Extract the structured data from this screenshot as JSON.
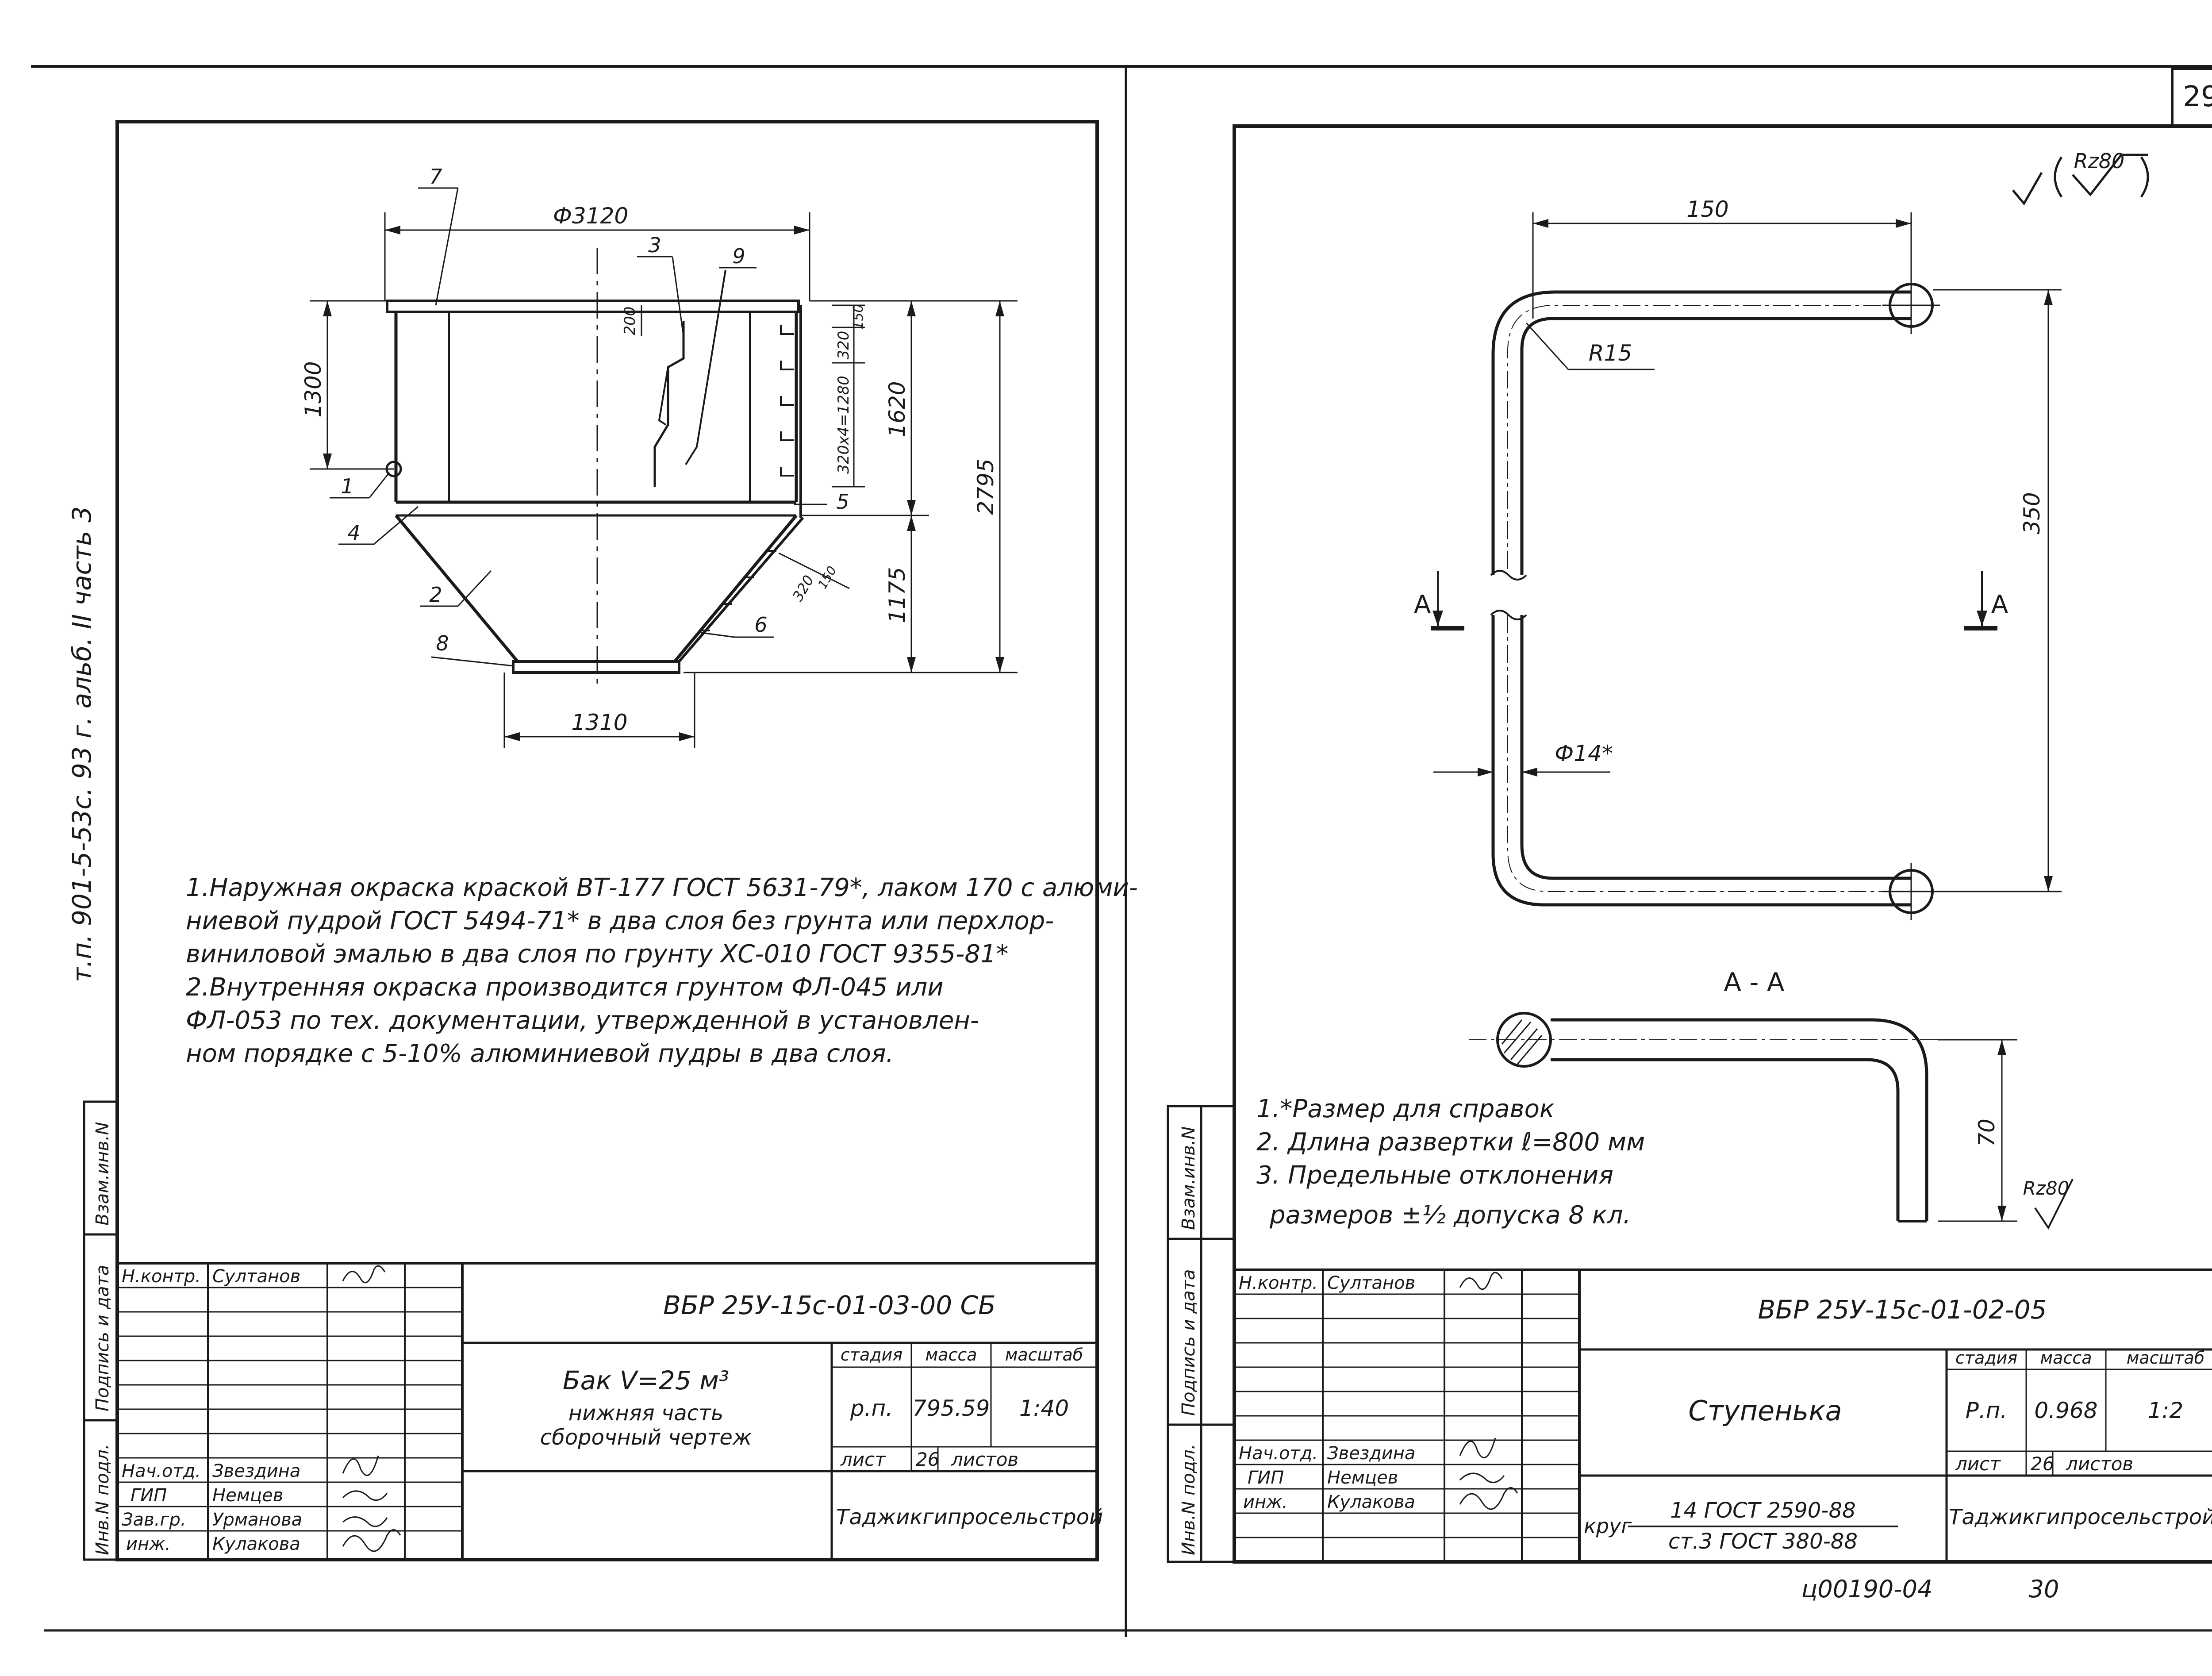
{
  "page_number": "29",
  "bottom_code": "ц00190-04",
  "bottom_page": "30",
  "left_sheet": {
    "side_note": "т.п. 901-5-53с. 93 г.  альб. II часть 3",
    "dims": {
      "d_top": "Ф3120",
      "d_bottom": "1310",
      "h_1300": "1300",
      "h_2795": "2795",
      "h_1620": "1620",
      "h_1175": "1175",
      "d_200": "200",
      "d_320_150": "320",
      "d_150": "150",
      "d_320x4": "320x4=1280",
      "d_320_slope": "320",
      "d_150_slope": "150"
    },
    "callouts": [
      "1",
      "2",
      "3",
      "4",
      "5",
      "6",
      "7",
      "8",
      "9"
    ],
    "notes": [
      "1.Наружная окраска краской ВТ-177 ГОСТ 5631-79*, лаком 170 с алюми-",
      "ниевой пудрой ГОСТ 5494-71* в два слоя без грунта или перхлор-",
      "виниловой эмалью в два слоя по грунту ХС-010 ГОСТ 9355-81*",
      "2.Внутренняя окраска производится грунтом ФЛ-045 или",
      "ФЛ-053 по тех. документации, утвержденной в установлен-",
      "ном порядке с 5-10% алюминиевой пудры в два слоя."
    ],
    "title_block": {
      "code": "ВБР 25У-15с-01-03-00 СБ",
      "title_line1": "Бак V=25 м³",
      "title_line2": "нижняя часть",
      "title_line3": "сборочный чертеж",
      "head_stage": "стадия",
      "head_mass": "масса",
      "head_scale": "масштаб",
      "stage": "р.п.",
      "mass": "795.59",
      "scale": "1:40",
      "sheet_label": "лист",
      "sheet_no": "26",
      "sheets_label": "листов",
      "org": "Таджикгипросельстрой",
      "roles": [
        "Н.контр.",
        "Нач.отд.",
        "ГИП",
        "Зав.гр.",
        "инж."
      ],
      "names": [
        "Султанов",
        "Звездина",
        "Немцев",
        "Урманова",
        "Кулакова"
      ]
    }
  },
  "right_sheet": {
    "roughness": "Rz80",
    "dims": {
      "d_150": "150",
      "d_r15": "R15",
      "d_350": "350",
      "d_dia": "Ф14*",
      "d_70": "70",
      "rz_small": "Rz80",
      "section_mark": "А",
      "section_title": "А - А"
    },
    "notes": [
      "1.*Размер для справок",
      "2. Длина развертки ℓ=800 мм",
      "3. Предельные отклонения",
      "размеров ±½ допуска 8 кл."
    ],
    "title_block": {
      "code": "ВБР 25У-15с-01-02-05",
      "title": "Ступенька",
      "head_stage": "стадия",
      "head_mass": "масса",
      "head_scale": "масштаб",
      "stage": "Р.п.",
      "mass": "0.968",
      "scale": "1:2",
      "sheet_label": "лист",
      "sheet_no": "26",
      "sheets_label": "листов",
      "org": "Таджикгипросельстрой",
      "material_prefix": "круг",
      "material_top": "14 ГОСТ 2590-88",
      "material_bottom": "ст.3 ГОСТ 380-88",
      "roles": [
        "Н.контр.",
        "Нач.отд.",
        "ГИП",
        "инж."
      ],
      "names": [
        "Султанов",
        "Звездина",
        "Немцев",
        "Кулакова"
      ]
    }
  },
  "margin_labels": [
    "Инв.N подл.",
    "Подпись и дата",
    "Взам.инв.N"
  ]
}
